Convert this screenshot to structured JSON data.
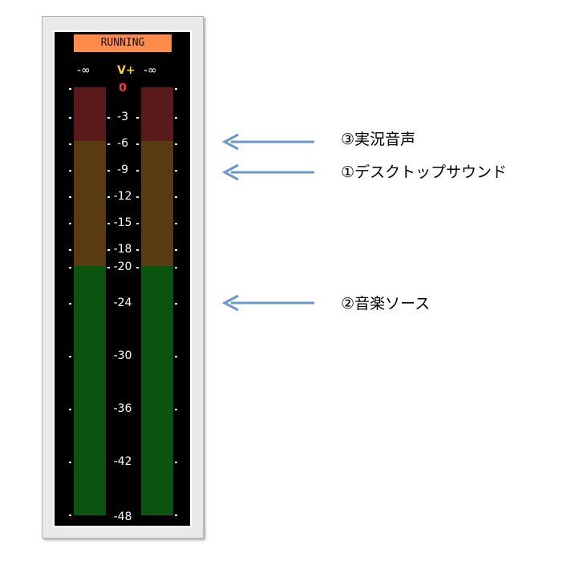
{
  "meter": {
    "status": "RUNNING",
    "header": {
      "left": "-∞",
      "center": "V+",
      "right": "-∞"
    },
    "scale": [
      "0",
      "-3",
      "-6",
      "-9",
      "-12",
      "-15",
      "-18",
      "-20",
      "-24",
      "-30",
      "-36",
      "-42",
      "-48"
    ],
    "zones": [
      {
        "name": "red",
        "from": "0",
        "to": "-6",
        "color": "#5a1a1c"
      },
      {
        "name": "brown",
        "from": "-6",
        "to": "-20",
        "color": "#5a3a10"
      },
      {
        "name": "green",
        "from": "-20",
        "to": "-48",
        "color": "#0b5410"
      }
    ]
  },
  "callouts": [
    {
      "label": "③実況音声",
      "points_to": "-6"
    },
    {
      "label": "①デスクトップサウンド",
      "points_to": "-9"
    },
    {
      "label": "②音楽ソース",
      "points_to": "-24"
    }
  ],
  "colors": {
    "arrow": "#6d99c9",
    "badge": "#ff8c4a",
    "vplus": "#ffd23a",
    "zero": "#ff3b3b"
  }
}
